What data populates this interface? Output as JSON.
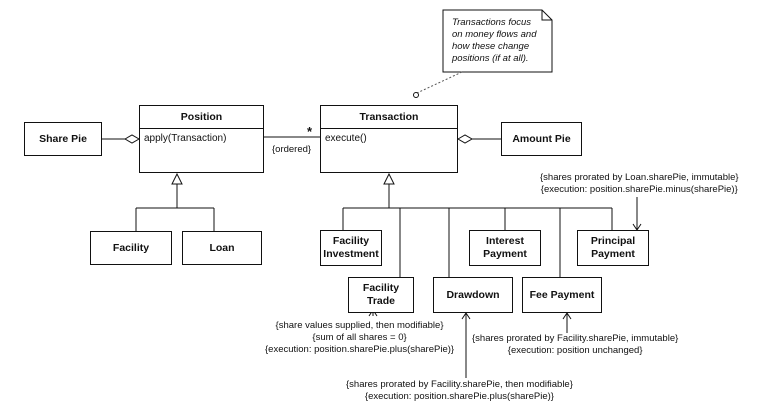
{
  "note": {
    "lines": [
      "Transactions focus",
      "on money flows and",
      "how these change",
      "positions (if at all)."
    ]
  },
  "classes": {
    "position": {
      "name": "Position",
      "operation": "apply(Transaction)"
    },
    "transaction": {
      "name": "Transaction",
      "operation": "execute()"
    }
  },
  "boxes": {
    "share_pie": "Share Pie",
    "amount_pie": "Amount Pie",
    "facility": "Facility",
    "loan": "Loan",
    "facility_investment": "Facility\nInvestment",
    "facility_trade": "Facility\nTrade",
    "drawdown": "Drawdown",
    "interest_payment": "Interest\nPayment",
    "fee_payment": "Fee Payment",
    "principal_payment": "Principal\nPayment"
  },
  "association": {
    "multiplicity": "*",
    "constraint": "{ordered}"
  },
  "constraints": {
    "principal": [
      "{shares prorated by Loan.sharePie, immutable}",
      "{execution: position.sharePie.minus(sharePie)}"
    ],
    "trade": [
      "{share values supplied, then modifiable}",
      "{sum of all shares = 0}",
      "{execution: position.sharePie.plus(sharePie)}"
    ],
    "fee": [
      "{shares prorated by Facility.sharePie, immutable}",
      "{execution: position unchanged}"
    ],
    "drawdown": [
      "{shares prorated by Facility.sharePie, then modifiable}",
      "{execution: position.sharePie.plus(sharePie)}"
    ]
  },
  "colors": {
    "stroke": "#111111",
    "note_line": "#555555",
    "background": "#ffffff"
  }
}
